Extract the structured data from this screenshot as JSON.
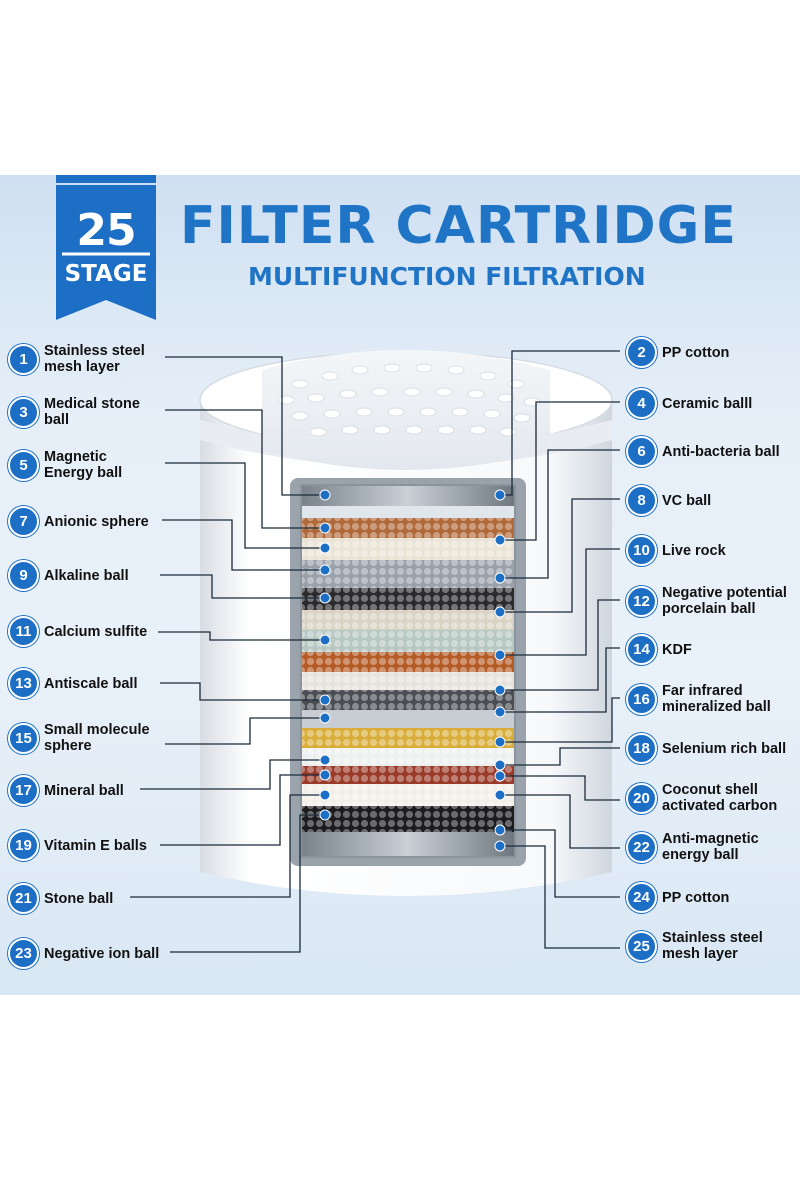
{
  "badge": {
    "number": "25",
    "word": "STAGE"
  },
  "title": "FILTER CARTRIDGE",
  "subtitle": "MULTIFUNCTION FILTRATION",
  "colors": {
    "accent": "#1c6fc4",
    "title": "#1f74c6",
    "text": "#111111"
  },
  "labels_left": [
    {
      "n": "1",
      "line1": "Stainless steel",
      "line2": "mesh layer"
    },
    {
      "n": "3",
      "line1": "Medical stone",
      "line2": "ball"
    },
    {
      "n": "5",
      "line1": "Magnetic",
      "line2": "Energy ball"
    },
    {
      "n": "7",
      "line1": "Anionic sphere",
      "line2": ""
    },
    {
      "n": "9",
      "line1": "Alkaline ball",
      "line2": ""
    },
    {
      "n": "11",
      "line1": "Calcium sulfite",
      "line2": ""
    },
    {
      "n": "13",
      "line1": "Antiscale ball",
      "line2": ""
    },
    {
      "n": "15",
      "line1": "Small molecule",
      "line2": "sphere"
    },
    {
      "n": "17",
      "line1": "Mineral ball",
      "line2": ""
    },
    {
      "n": "19",
      "line1": "Vitamin E balls",
      "line2": ""
    },
    {
      "n": "21",
      "line1": "Stone ball",
      "line2": ""
    },
    {
      "n": "23",
      "line1": "Negative ion ball",
      "line2": ""
    }
  ],
  "labels_right": [
    {
      "n": "2",
      "line1": "PP cotton",
      "line2": ""
    },
    {
      "n": "4",
      "line1": "Ceramic balll",
      "line2": ""
    },
    {
      "n": "6",
      "line1": "Anti-bacteria ball",
      "line2": ""
    },
    {
      "n": "8",
      "line1": "VC ball",
      "line2": ""
    },
    {
      "n": "10",
      "line1": "Live rock",
      "line2": ""
    },
    {
      "n": "12",
      "line1": "Negative potential",
      "line2": "porcelain ball"
    },
    {
      "n": "14",
      "line1": "KDF",
      "line2": ""
    },
    {
      "n": "16",
      "line1": "Far infrared",
      "line2": "mineralized ball"
    },
    {
      "n": "18",
      "line1": "Selenium rich ball",
      "line2": ""
    },
    {
      "n": "20",
      "line1": "Coconut shell",
      "line2": "activated carbon"
    },
    {
      "n": "22",
      "line1": "Anti-magnetic",
      "line2": "energy ball"
    },
    {
      "n": "24",
      "line1": "PP cotton",
      "line2": ""
    },
    {
      "n": "25",
      "line1": "Stainless steel",
      "line2": "mesh layer"
    }
  ]
}
